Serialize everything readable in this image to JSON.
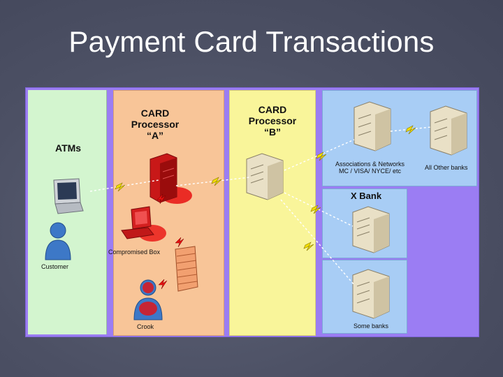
{
  "slide": {
    "title": "Payment Card Transactions"
  },
  "labels": {
    "atms": "ATMs",
    "customer": "Customer",
    "processor_a": [
      "CARD",
      "Processor",
      "“A”"
    ],
    "compromised_box": "Compromised Box",
    "crook": "Crook",
    "processor_b": [
      "CARD",
      "Processor",
      "“B”"
    ],
    "associations": [
      "Associations & Networks",
      "MC / VISA/ NYCE/ etc"
    ],
    "all_other_banks": "All Other banks",
    "x_bank": "X Bank",
    "some_banks": "Some banks"
  },
  "icons": {
    "atm": "atm-terminal-icon",
    "customer": "person-icon",
    "crook": "person-icon",
    "server": "server-tower-icon",
    "compromised": "desktop-computer-icon",
    "firewall": "firewall-icon",
    "link": "lightning-bolt-icon"
  },
  "colors": {
    "background": "#4c5064",
    "atm_panel": "#d3f5cf",
    "processor_a_panel": "#f8c598",
    "processor_b_panel": "#f9f59a",
    "bank_panel": "#a8cdf5",
    "frame": "#9b7df3",
    "compromised_glow": "#e81010",
    "bolt": "#e8d800"
  }
}
